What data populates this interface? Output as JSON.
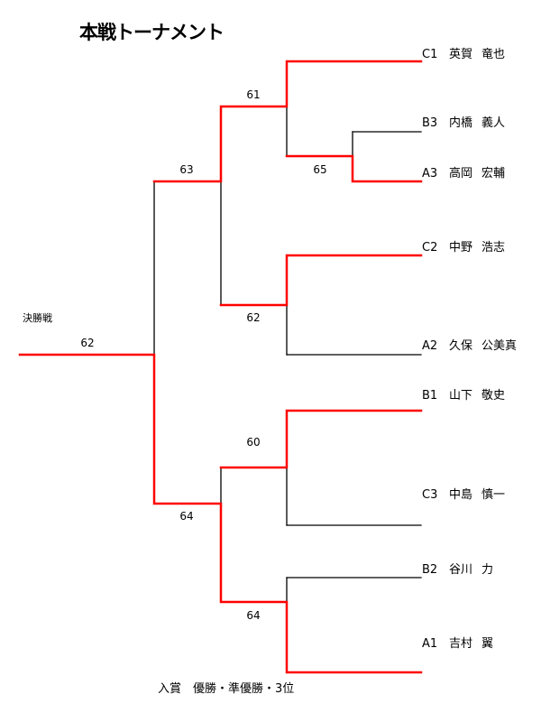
{
  "title": "本戦トーナメント",
  "final_label": "決勝戦",
  "footer": "入賞　優勝・準優勝・3位",
  "colors": {
    "winner_line": "#ff0000",
    "line": "#000000"
  },
  "players": [
    {
      "seed": "C1",
      "family": "英賀",
      "given": "竜也"
    },
    {
      "seed": "B3",
      "family": "内橋",
      "given": "義人"
    },
    {
      "seed": "A3",
      "family": "高岡",
      "given": "宏輔"
    },
    {
      "seed": "C2",
      "family": "中野",
      "given": "浩志"
    },
    {
      "seed": "A2",
      "family": "久保",
      "given": "公美真"
    },
    {
      "seed": "B1",
      "family": "山下",
      "given": "敬史"
    },
    {
      "seed": "C3",
      "family": "中島",
      "given": "慎一"
    },
    {
      "seed": "B2",
      "family": "谷川",
      "given": "力"
    },
    {
      "seed": "A1",
      "family": "吉村",
      "given": "翼"
    }
  ],
  "scores": {
    "r1_b3_a3": "65",
    "qf1": "61",
    "qf2": "62",
    "qf3": "60",
    "qf4": "64",
    "sf1": "63",
    "sf2": "64",
    "final": "62"
  }
}
